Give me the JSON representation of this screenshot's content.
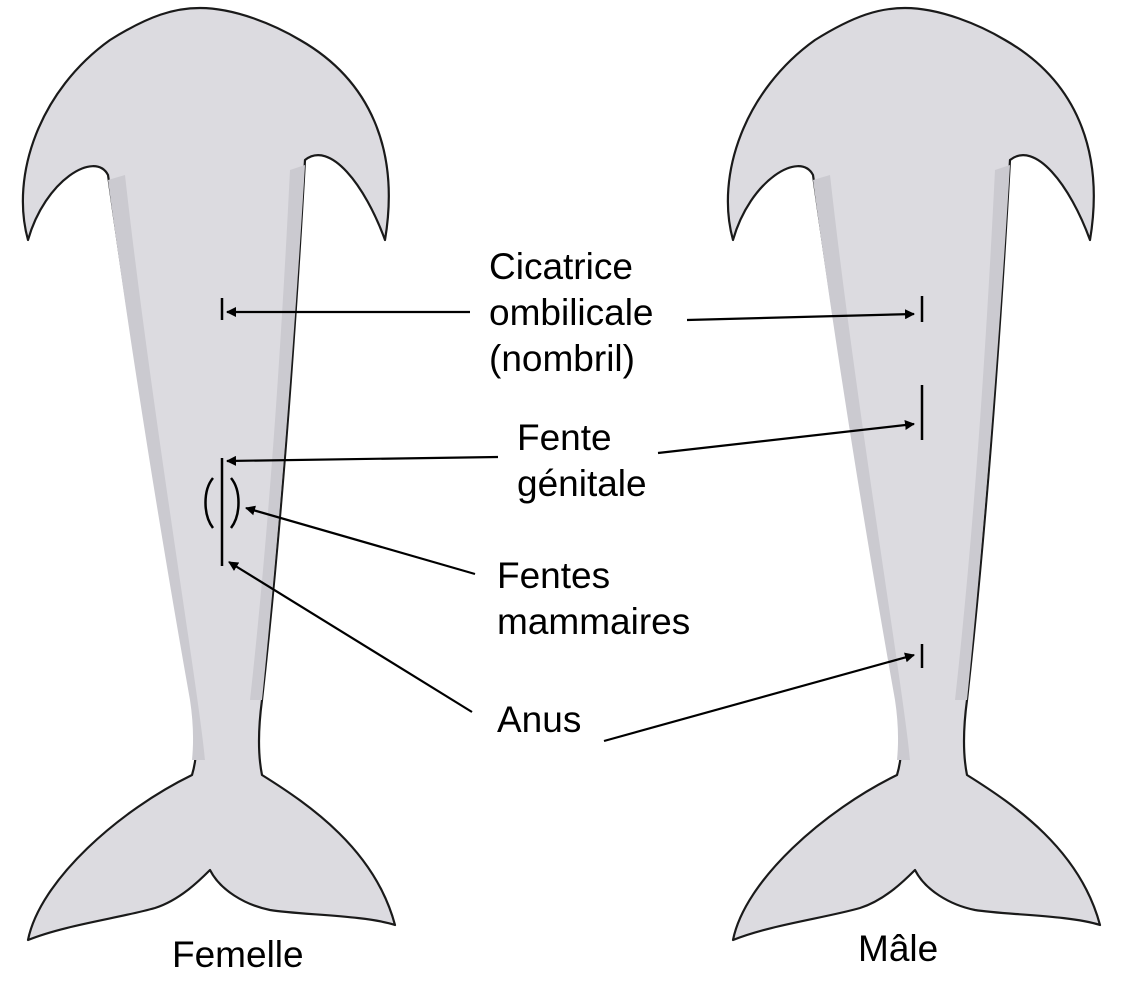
{
  "labels": {
    "umbilical": [
      "Cicatrice",
      "ombilicale",
      "(nombril)"
    ],
    "genital": [
      "Fente",
      "génitale"
    ],
    "mammary": [
      "Fentes",
      "mammaires"
    ],
    "anus": "Anus"
  },
  "captions": {
    "female": "Femelle",
    "male": "Mâle"
  },
  "colors": {
    "body_fill": "#dcdbe0",
    "body_shade": "#cbcad0",
    "outline": "#1a1a1a",
    "arrow": "#000000"
  }
}
